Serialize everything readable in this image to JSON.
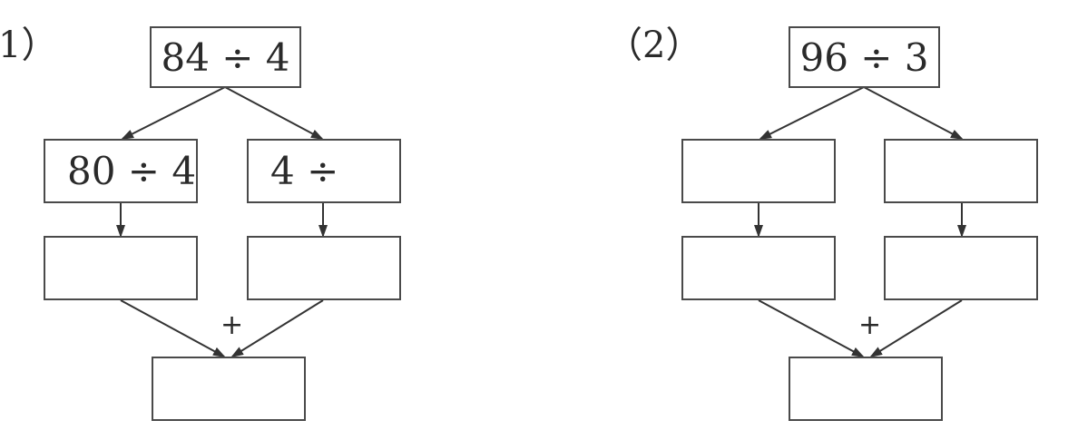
{
  "problem1": {
    "label": "1）",
    "top": "84 ÷ 4",
    "left": "80 ÷ 4",
    "right": "4 ÷",
    "left_result": "",
    "right_result": "",
    "plus": "+",
    "sum": ""
  },
  "problem2": {
    "label": "（2）",
    "top": "96 ÷ 3",
    "left": "",
    "right": "",
    "left_result": "",
    "right_result": "",
    "plus": "+",
    "sum": ""
  }
}
